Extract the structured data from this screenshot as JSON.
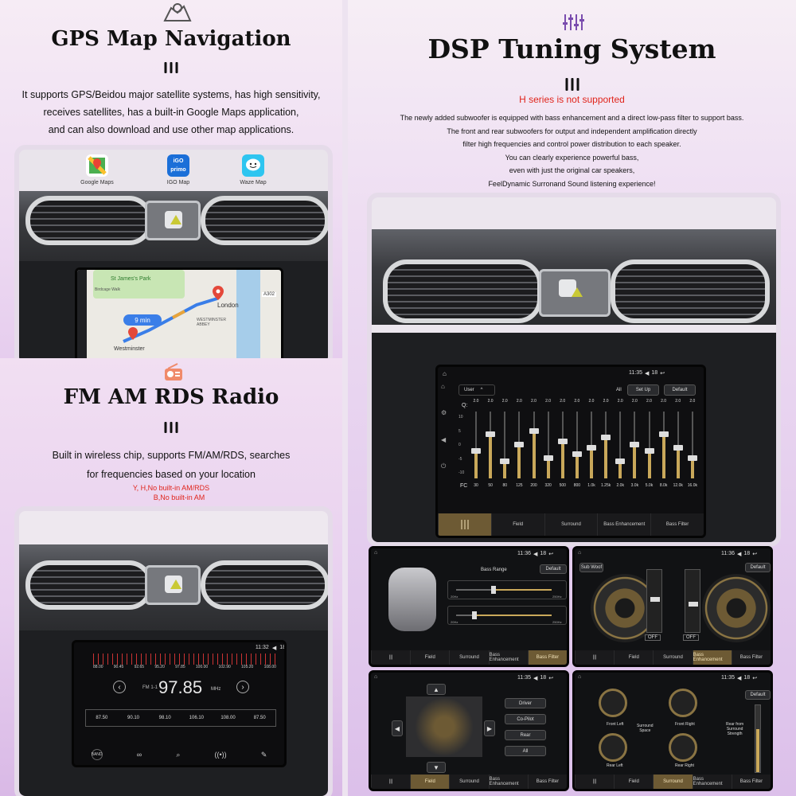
{
  "gps": {
    "title": "GPS Map Navigation",
    "desc": [
      "It supports GPS/Beidou major satellite systems, has high sensitivity,",
      "receives satellites, has a built-in Google Maps application,",
      "and can also download and use other map applications."
    ],
    "apps": [
      {
        "label": "Google Maps",
        "icon": "google-maps-icon"
      },
      {
        "label": "IGO Map",
        "icon": "igo-primo-icon",
        "badge": "iGO\nprimo"
      },
      {
        "label": "Waze Map",
        "icon": "waze-icon"
      }
    ],
    "map": {
      "park": "St James's Park",
      "walk": "Birdcage Walk",
      "city": "London",
      "route_time": "9 min",
      "origin": "Westminster",
      "abbey": "WESTMINSTER\nABBEY",
      "road": "A302"
    }
  },
  "fm": {
    "title": "FM AM RDS Radio",
    "desc": [
      "Built in wireless chip, supports FM/AM/RDS, searches",
      "for frequencies based on your location"
    ],
    "note": [
      "Y, H,No built-in AM/RDS",
      "B,No built-in AM"
    ],
    "status_time": "11:32",
    "status_vol": "18",
    "scale": [
      "88.00",
      "90.45",
      "92.65",
      "95.20",
      "97.85",
      "100.00",
      "102.90",
      "105.20",
      "108.00"
    ],
    "band": "FM 1-1",
    "freq": "97.85",
    "unit": "MHz",
    "presets": [
      "87.50",
      "90.10",
      "98.10",
      "106.10",
      "108.00",
      "87.50"
    ],
    "bottom_label": "BAND"
  },
  "dsp": {
    "title": "DSP Tuning System",
    "warning": "H series is not supported",
    "desc": [
      "The newly added subwoofer is equipped with bass enhancement and a direct low-pass filter to support bass.",
      "The front and rear subwoofers for output and independent amplification directly",
      "filter high frequencies and control power distribution to each speaker.",
      "You can clearly experience powerful bass,",
      "even with just the original car speakers,",
      "FeelDynamic Surronand Sound listening experience!"
    ],
    "status_time": "11:35",
    "status_vol": "18",
    "preset": "User",
    "all": "All",
    "setup": "Set Up",
    "default": "Default",
    "q_label": "Q:",
    "q_values": [
      "2.0",
      "2.0",
      "2.0",
      "2.0",
      "2.0",
      "2.0",
      "2.0",
      "2.0",
      "2.0",
      "2.0",
      "2.0",
      "2.0",
      "2.0",
      "2.0",
      "2.0",
      "2.0"
    ],
    "db_scale": [
      "10",
      "5",
      "0",
      "-5",
      "-10"
    ],
    "fc_label": "FC",
    "bands": [
      "30",
      "50",
      "80",
      "125",
      "200",
      "320",
      "500",
      "800",
      "1.0k",
      "1.25k",
      "2.0k",
      "3.0k",
      "5.0k",
      "8.0k",
      "12.0k",
      "16.0k"
    ],
    "band_levels": [
      0.45,
      0.7,
      0.3,
      0.55,
      0.75,
      0.35,
      0.6,
      0.4,
      0.5,
      0.65,
      0.3,
      0.55,
      0.45,
      0.7,
      0.5,
      0.35
    ],
    "tabs": [
      "Field",
      "Surround",
      "Bass Enhancement",
      "Bass Filter"
    ],
    "sub": {
      "bass": {
        "time": "11:36",
        "vol": "18",
        "title": "Bass Range",
        "default": "Default",
        "min1": "20Hz",
        "max1": "250Hz",
        "min2": "20Hz",
        "max2": "250Hz"
      },
      "subwoof": {
        "time": "11:36",
        "vol": "18",
        "label": "Sub Woof",
        "default": "Default",
        "off": "OFF"
      },
      "field": {
        "time": "11:35",
        "vol": "18",
        "buttons": [
          "Driver",
          "Co-Pilot",
          "Rear",
          "All"
        ]
      },
      "surround": {
        "time": "11:35",
        "vol": "18",
        "default": "Default",
        "front_left": "Front Left",
        "surround_space": "Surround\nSpace",
        "front_right": "Front Right",
        "rear_left": "Rear Left",
        "rear_right": "Rear Right",
        "strength": "Rear from\nSurround\nStrength"
      }
    }
  }
}
